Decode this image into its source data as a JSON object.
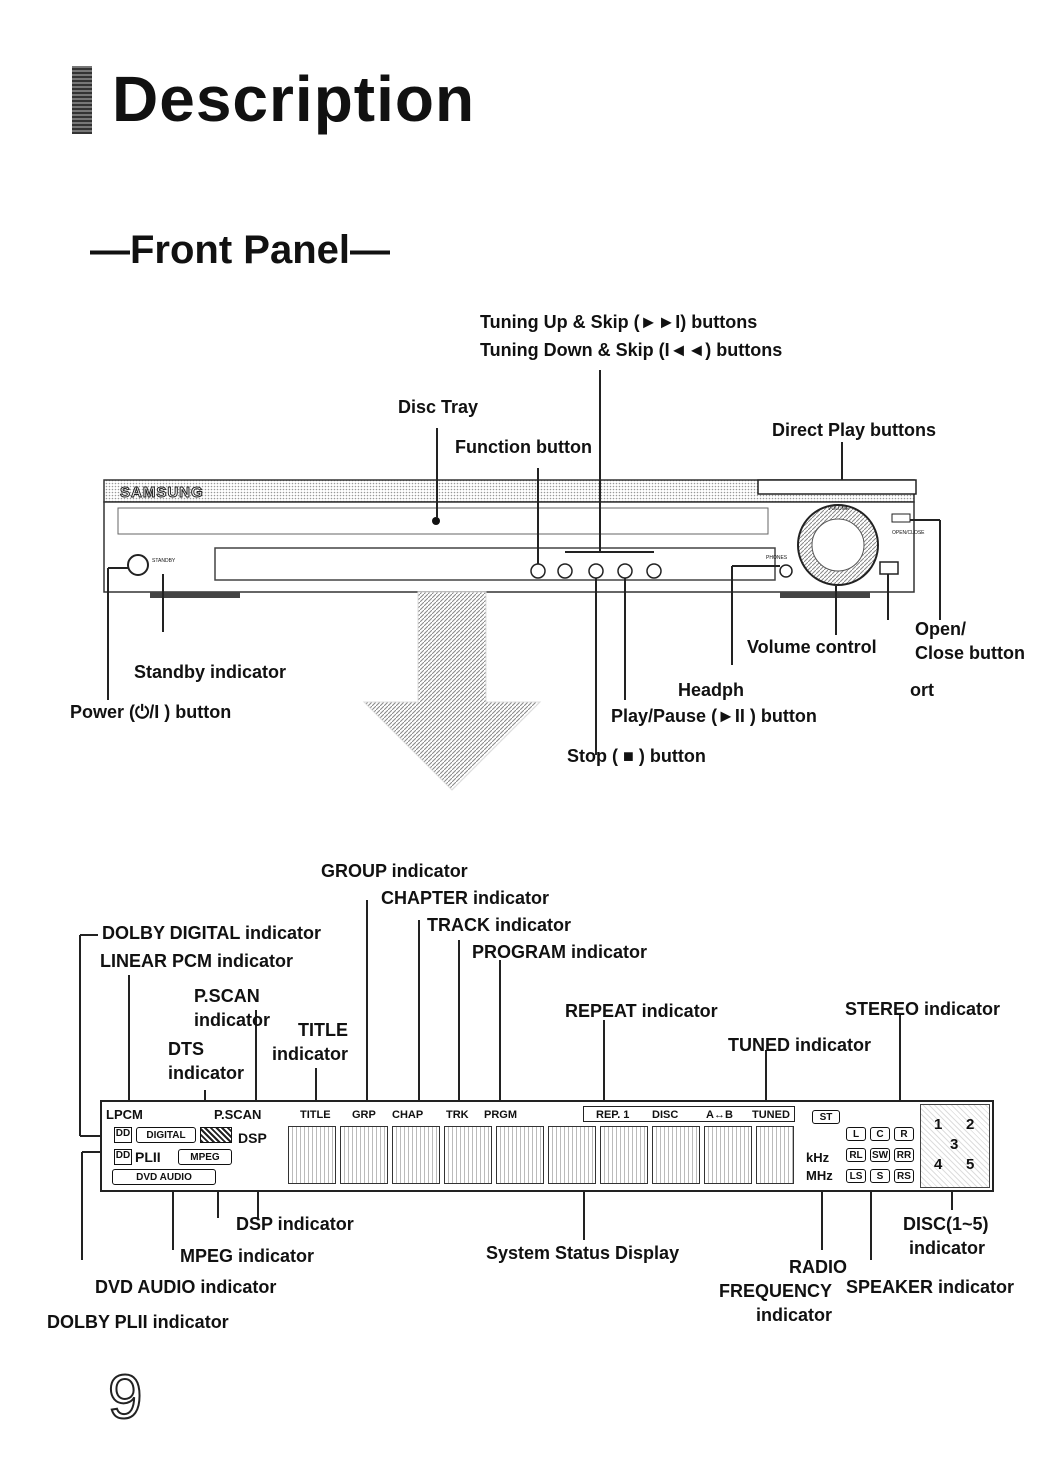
{
  "header": {
    "title": "Description",
    "subtitle": "—Front Panel—"
  },
  "front_panel": {
    "brand": "SAMSUNG",
    "labels": {
      "tuning_up": "Tuning Up & Skip (►►I) buttons",
      "tuning_down": "Tuning Down & Skip (I◄◄) buttons",
      "disc_tray": "Disc Tray",
      "function_button": "Function button",
      "direct_play": "Direct Play buttons",
      "standby": "Standby indicator",
      "power": "Power (⏻/I ) button",
      "volume": "Volume control",
      "open_close_1": "Open/",
      "open_close_2": "Close button",
      "headphone": "Headph",
      "port": "ort",
      "play_pause": "Play/Pause (►II ) button",
      "stop": "Stop ( ■ ) button"
    },
    "device_text": {
      "standby_small": "STANDBY",
      "volume_small": "VOLUME",
      "open_small": "OPEN/CLOSE",
      "phones_small": "PHONES"
    }
  },
  "display_panel": {
    "labels": {
      "group": "GROUP indicator",
      "chapter": "CHAPTER indicator",
      "track": "TRACK indicator",
      "program": "PROGRAM indicator",
      "dolby_digital": "DOLBY DIGITAL indicator",
      "linear_pcm": "LINEAR PCM indicator",
      "pscan_1": "P.SCAN",
      "pscan_2": "indicator",
      "title_1": "TITLE",
      "title_2": "indicator",
      "dts_1": "DTS",
      "dts_2": "indicator",
      "repeat": "REPEAT indicator",
      "stereo": "STEREO indicator",
      "tuned": "TUNED indicator",
      "dsp": "DSP indicator",
      "mpeg": "MPEG indicator",
      "dvd_audio": "DVD AUDIO indicator",
      "dolby_pl2": "DOLBY PLII indicator",
      "system_status": "System Status Display",
      "radio_1": "RADIO",
      "radio_2": "FREQUENCY",
      "radio_3": "indicator",
      "speaker": "SPEAKER indicator",
      "disc_1": "DISC(1~5)",
      "disc_2": "indicator"
    },
    "lcd": {
      "lpcm": "LPCM",
      "pscan": "P.SCAN",
      "dsp": "DSP",
      "digital": "DIGITAL",
      "pl2": "PLII",
      "mpeg": "MPEG",
      "dvd_audio": "DVD AUDIO",
      "title": "TITLE",
      "grp": "GRP",
      "chap": "CHAP",
      "trk": "TRK",
      "prgm": "PRGM",
      "rep1": "REP. 1",
      "disc": "DISC",
      "ab": "A↔B",
      "tuned": "TUNED",
      "st": "ST",
      "khz": "kHz",
      "mhz": "MHz",
      "spk_l": "L",
      "spk_c": "C",
      "spk_r": "R",
      "spk_rl": "RL",
      "spk_sw": "SW",
      "spk_rr": "RR",
      "spk_ls": "LS",
      "spk_s": "S",
      "spk_rs": "RS",
      "disc_nums": [
        "1",
        "2",
        "3",
        "4",
        "5"
      ]
    }
  },
  "page_number": "9"
}
